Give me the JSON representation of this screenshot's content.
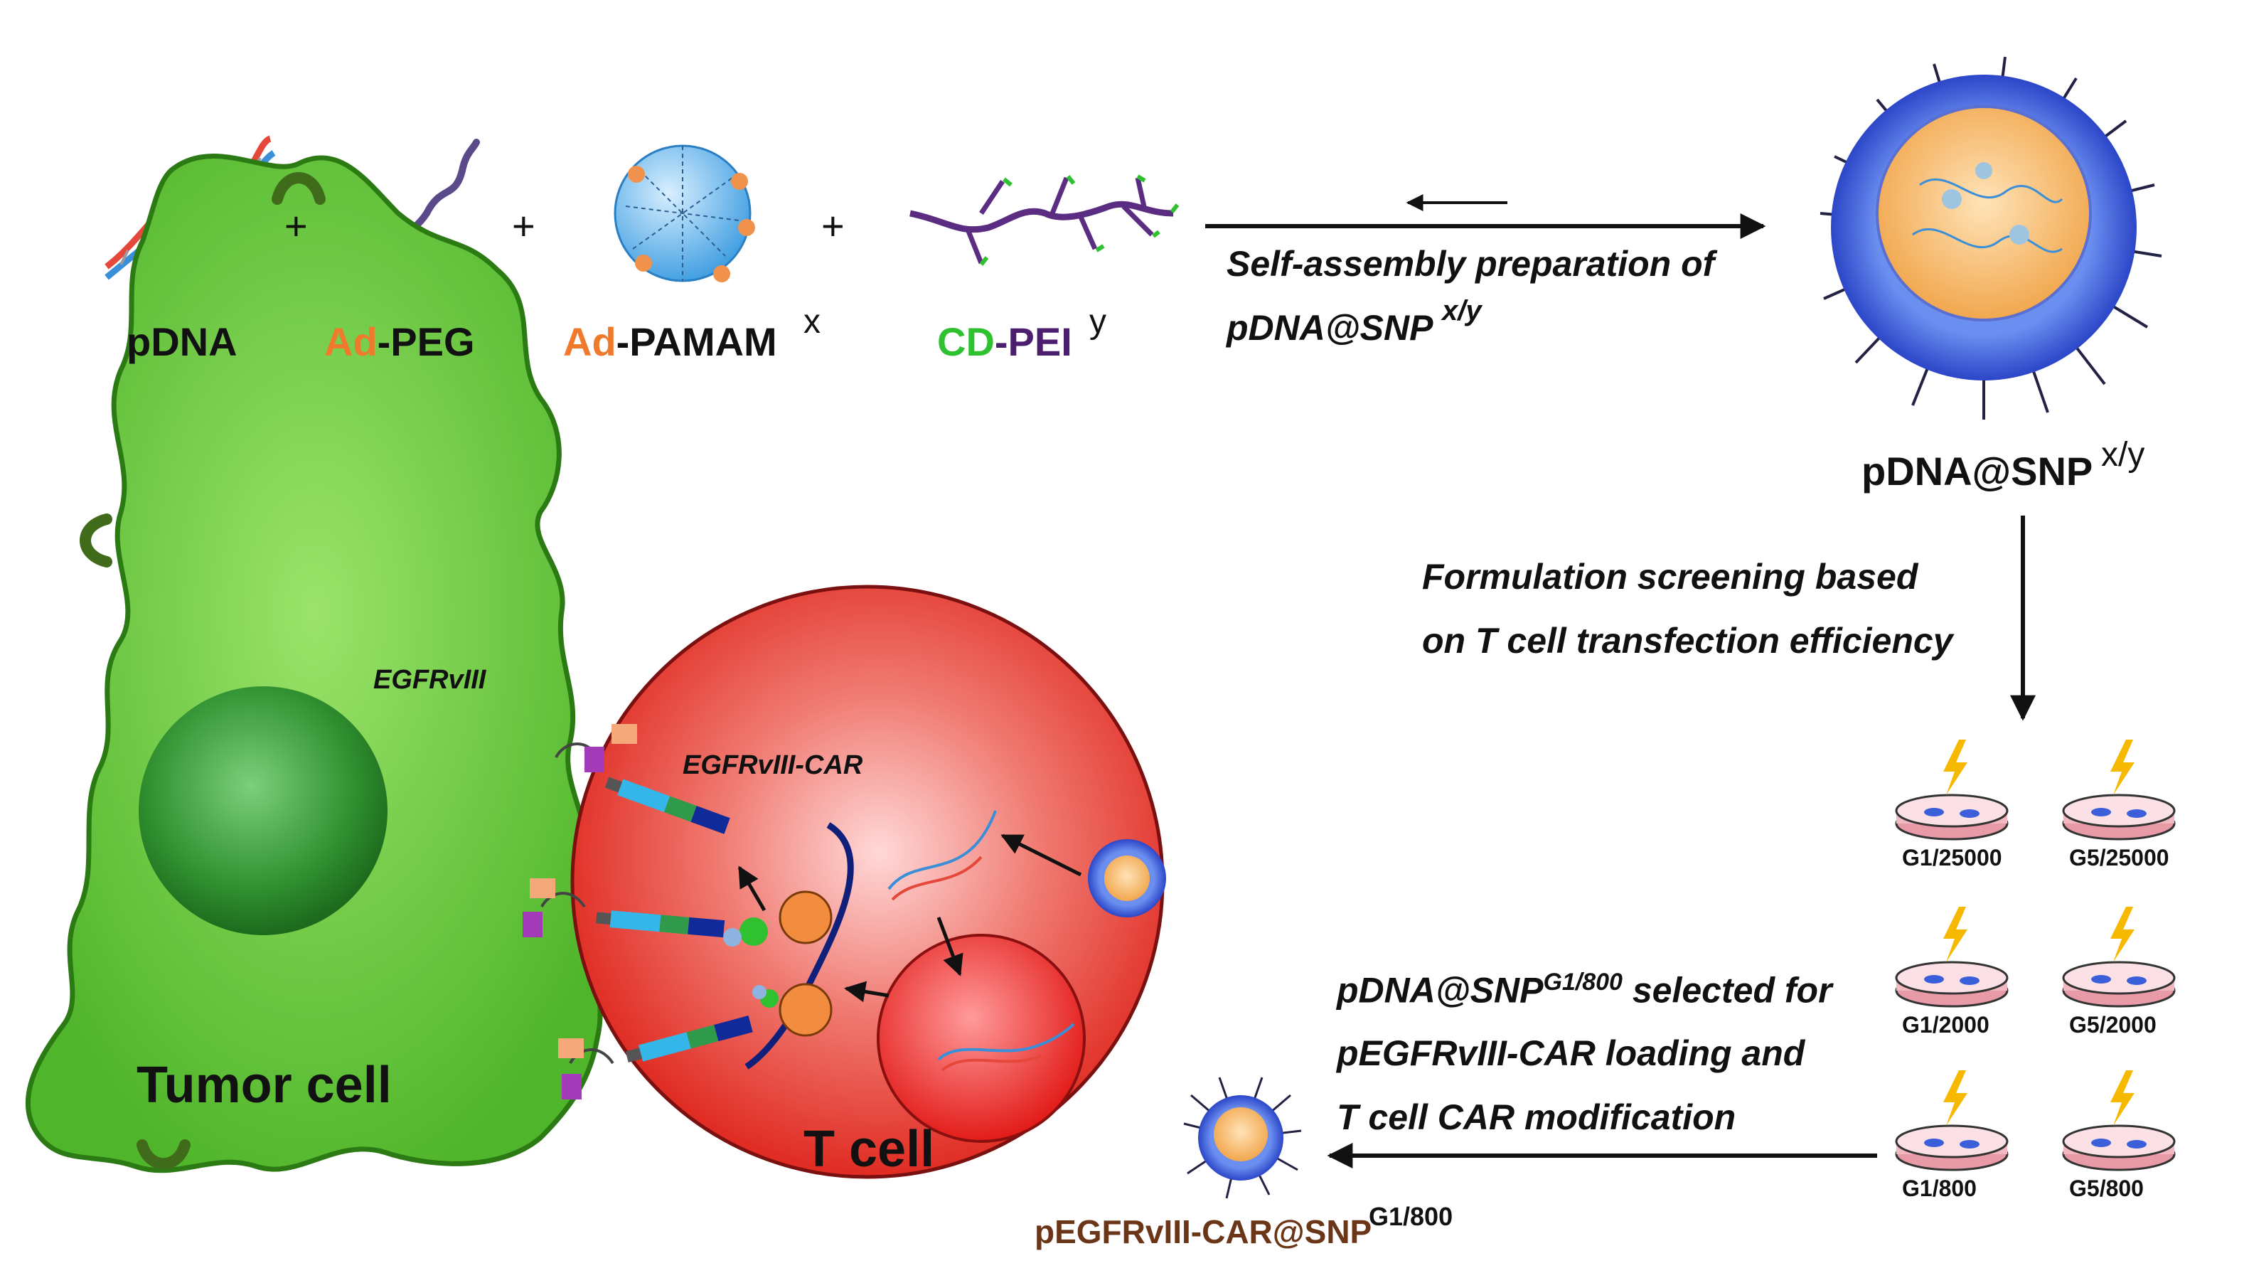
{
  "reagents": {
    "pdna": "pDNA",
    "ad_peg": {
      "prefix": "Ad",
      "suffix": "-PEG"
    },
    "ad_pamam": {
      "prefix": "Ad",
      "suffix": "-PAMAM",
      "sup": "x"
    },
    "cd_pei": {
      "prefix": "CD",
      "suffix": "-PEI",
      "sup": "y"
    },
    "plus": "+"
  },
  "step1": {
    "line1": "Self-assembly preparation of",
    "line2": "pDNA@SNP",
    "sup": "x/y"
  },
  "product": {
    "label": "pDNA@SNP",
    "sup": "x/y"
  },
  "step2": {
    "line1": "Formulation screening based",
    "line2": "on T cell transfection efficiency"
  },
  "dishes": [
    {
      "label": "G1/25000"
    },
    {
      "label": "G5/25000"
    },
    {
      "label": "G1/2000"
    },
    {
      "label": "G5/2000"
    },
    {
      "label": "G1/800"
    },
    {
      "label": "G5/800"
    }
  ],
  "step3": {
    "line1_a": "pDNA@SNP",
    "line1_sup": "G1/800",
    "line1_b": " selected for",
    "line2": "pEGFRvIII-CAR loading and",
    "line3": "T cell CAR modification"
  },
  "final": {
    "label": "pEGFRvIII-CAR@SNP",
    "sup": "G1/800"
  },
  "cells": {
    "tumor": "Tumor cell",
    "tcell": "T cell",
    "egfr": "EGFRvIII",
    "car": "EGFRvIII-CAR"
  },
  "colors": {
    "tumor_fill": "#66cc33",
    "tcell_fill": "#e8261e",
    "nucleus_green": "#2f8f2f",
    "arrow": "#111111",
    "shell_blue": "#3b5fd9",
    "core_orange": "#f6b15a",
    "bolt": "#f7b800",
    "dish_pink": "#f2b8c0"
  },
  "icons": [
    "dna-helix-icon",
    "peg-chain-icon",
    "pamam-dendrimer-icon",
    "pei-polymer-icon",
    "nanoparticle-icon",
    "lightning-icon",
    "petri-dish-icon",
    "ribosome-icon"
  ]
}
